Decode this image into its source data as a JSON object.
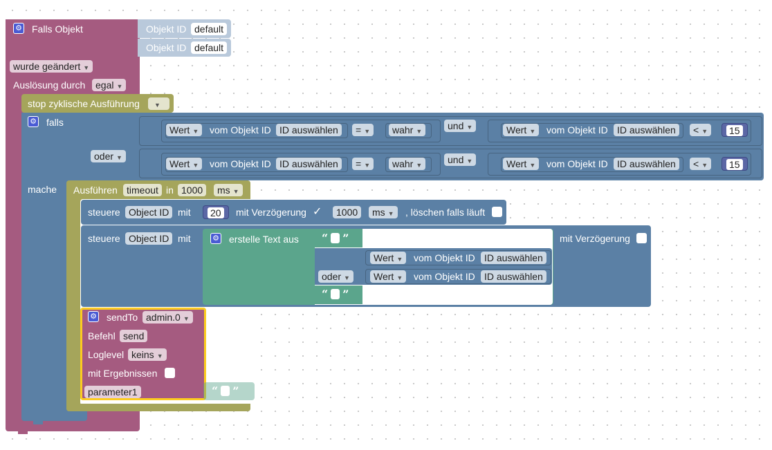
{
  "trigger": {
    "title": "Falls Objekt",
    "oid_label": "Objekt ID",
    "oid_values": [
      "default",
      "default"
    ],
    "change_option": "wurde geändert",
    "trigger_label": "Auslösung durch",
    "trigger_option": "egal"
  },
  "stop_block": {
    "label": "stop zyklische Ausführung"
  },
  "if_block": {
    "if_label": "falls",
    "do_label": "mache",
    "rows": [
      {
        "joiner": "",
        "left": {
          "prop": "Wert",
          "of_label": "vom Objekt ID",
          "id": "ID auswählen",
          "op": "=",
          "value": "wahr"
        },
        "logic": "und",
        "right": {
          "prop": "Wert",
          "of_label": "vom Objekt ID",
          "id": "ID auswählen",
          "op": "<",
          "value": "15"
        }
      },
      {
        "joiner": "oder",
        "left": {
          "prop": "Wert",
          "of_label": "vom Objekt ID",
          "id": "ID auswählen",
          "op": "=",
          "value": "wahr"
        },
        "logic": "und",
        "right": {
          "prop": "Wert",
          "of_label": "vom Objekt ID",
          "id": "ID auswählen",
          "op": "<",
          "value": "15"
        }
      }
    ]
  },
  "timeout_block": {
    "label": "Ausführen",
    "name": "timeout",
    "in_label": "in",
    "delay": "1000",
    "unit": "ms"
  },
  "control1": {
    "label": "steuere",
    "oid": "Object ID",
    "with_label": "mit",
    "value": "20",
    "delay_label": "mit Verzögerung",
    "delay_checkmark": "✓",
    "delay": "1000",
    "unit": "ms",
    "clear_label": ", löschen falls läuft"
  },
  "control2": {
    "label": "steuere",
    "oid": "Object ID",
    "with_label": "mit",
    "delay_label": "mit Verzögerung"
  },
  "text_join": {
    "label": "erstelle Text aus",
    "quote_open": "“",
    "quote_close": "”",
    "prop": "Wert",
    "of_label": "vom Objekt ID",
    "id": "ID auswählen",
    "joiner": "oder"
  },
  "sendto": {
    "label": "sendTo",
    "instance": "admin.0",
    "command_label": "Befehl",
    "command": "send",
    "loglevel_label": "Loglevel",
    "loglevel": "keins",
    "results_label": "mit Ergebnissen",
    "param": "parameter1"
  },
  "colors": {
    "event": "#a55b80",
    "logic": "#5b80a5",
    "timer": "#a5a55b",
    "text": "#5ba58c",
    "selected": "#fccc20"
  }
}
